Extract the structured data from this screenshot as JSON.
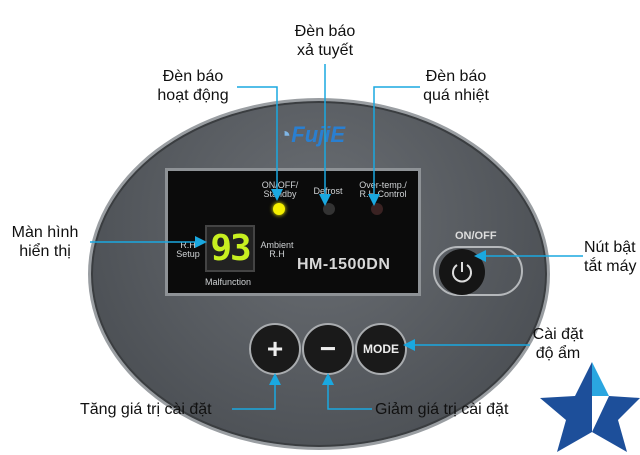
{
  "labels": {
    "defrost_light": [
      "Đèn báo",
      "xả tuyết"
    ],
    "operation_light": [
      "Đèn báo",
      "hoạt động"
    ],
    "overheat_light": [
      "Đèn báo",
      "quá nhiệt"
    ],
    "display": [
      "Màn hình",
      "hiển thị"
    ],
    "power_button": [
      "Nút bật",
      "tắt máy"
    ],
    "humidity_setting": [
      "Cài đặt",
      "độ ẩm"
    ],
    "increase": "Tăng giá trị cài đặt",
    "decrease": "Giảm giá trị cài đặt"
  },
  "device": {
    "brand": "FujiE",
    "model": "HM-1500DN",
    "indicator_onoff": [
      "ON/OFF/",
      "Standby"
    ],
    "indicator_defrost": "Defrost",
    "indicator_overtemp": [
      "Over-temp./",
      "R.H Control"
    ],
    "rh_setup": [
      "R.H",
      "Setup"
    ],
    "ambient_rh": [
      "Ambient",
      "R.H"
    ],
    "malfunction": "Malfunction",
    "display_value": "93",
    "power_label": "ON/OFF",
    "plus_label": "+",
    "minus_label": "−",
    "mode_label": "MODE"
  },
  "colors": {
    "arrow": "#1aa8e0",
    "led_on": "#f5f000",
    "digits": "#c8f020"
  }
}
